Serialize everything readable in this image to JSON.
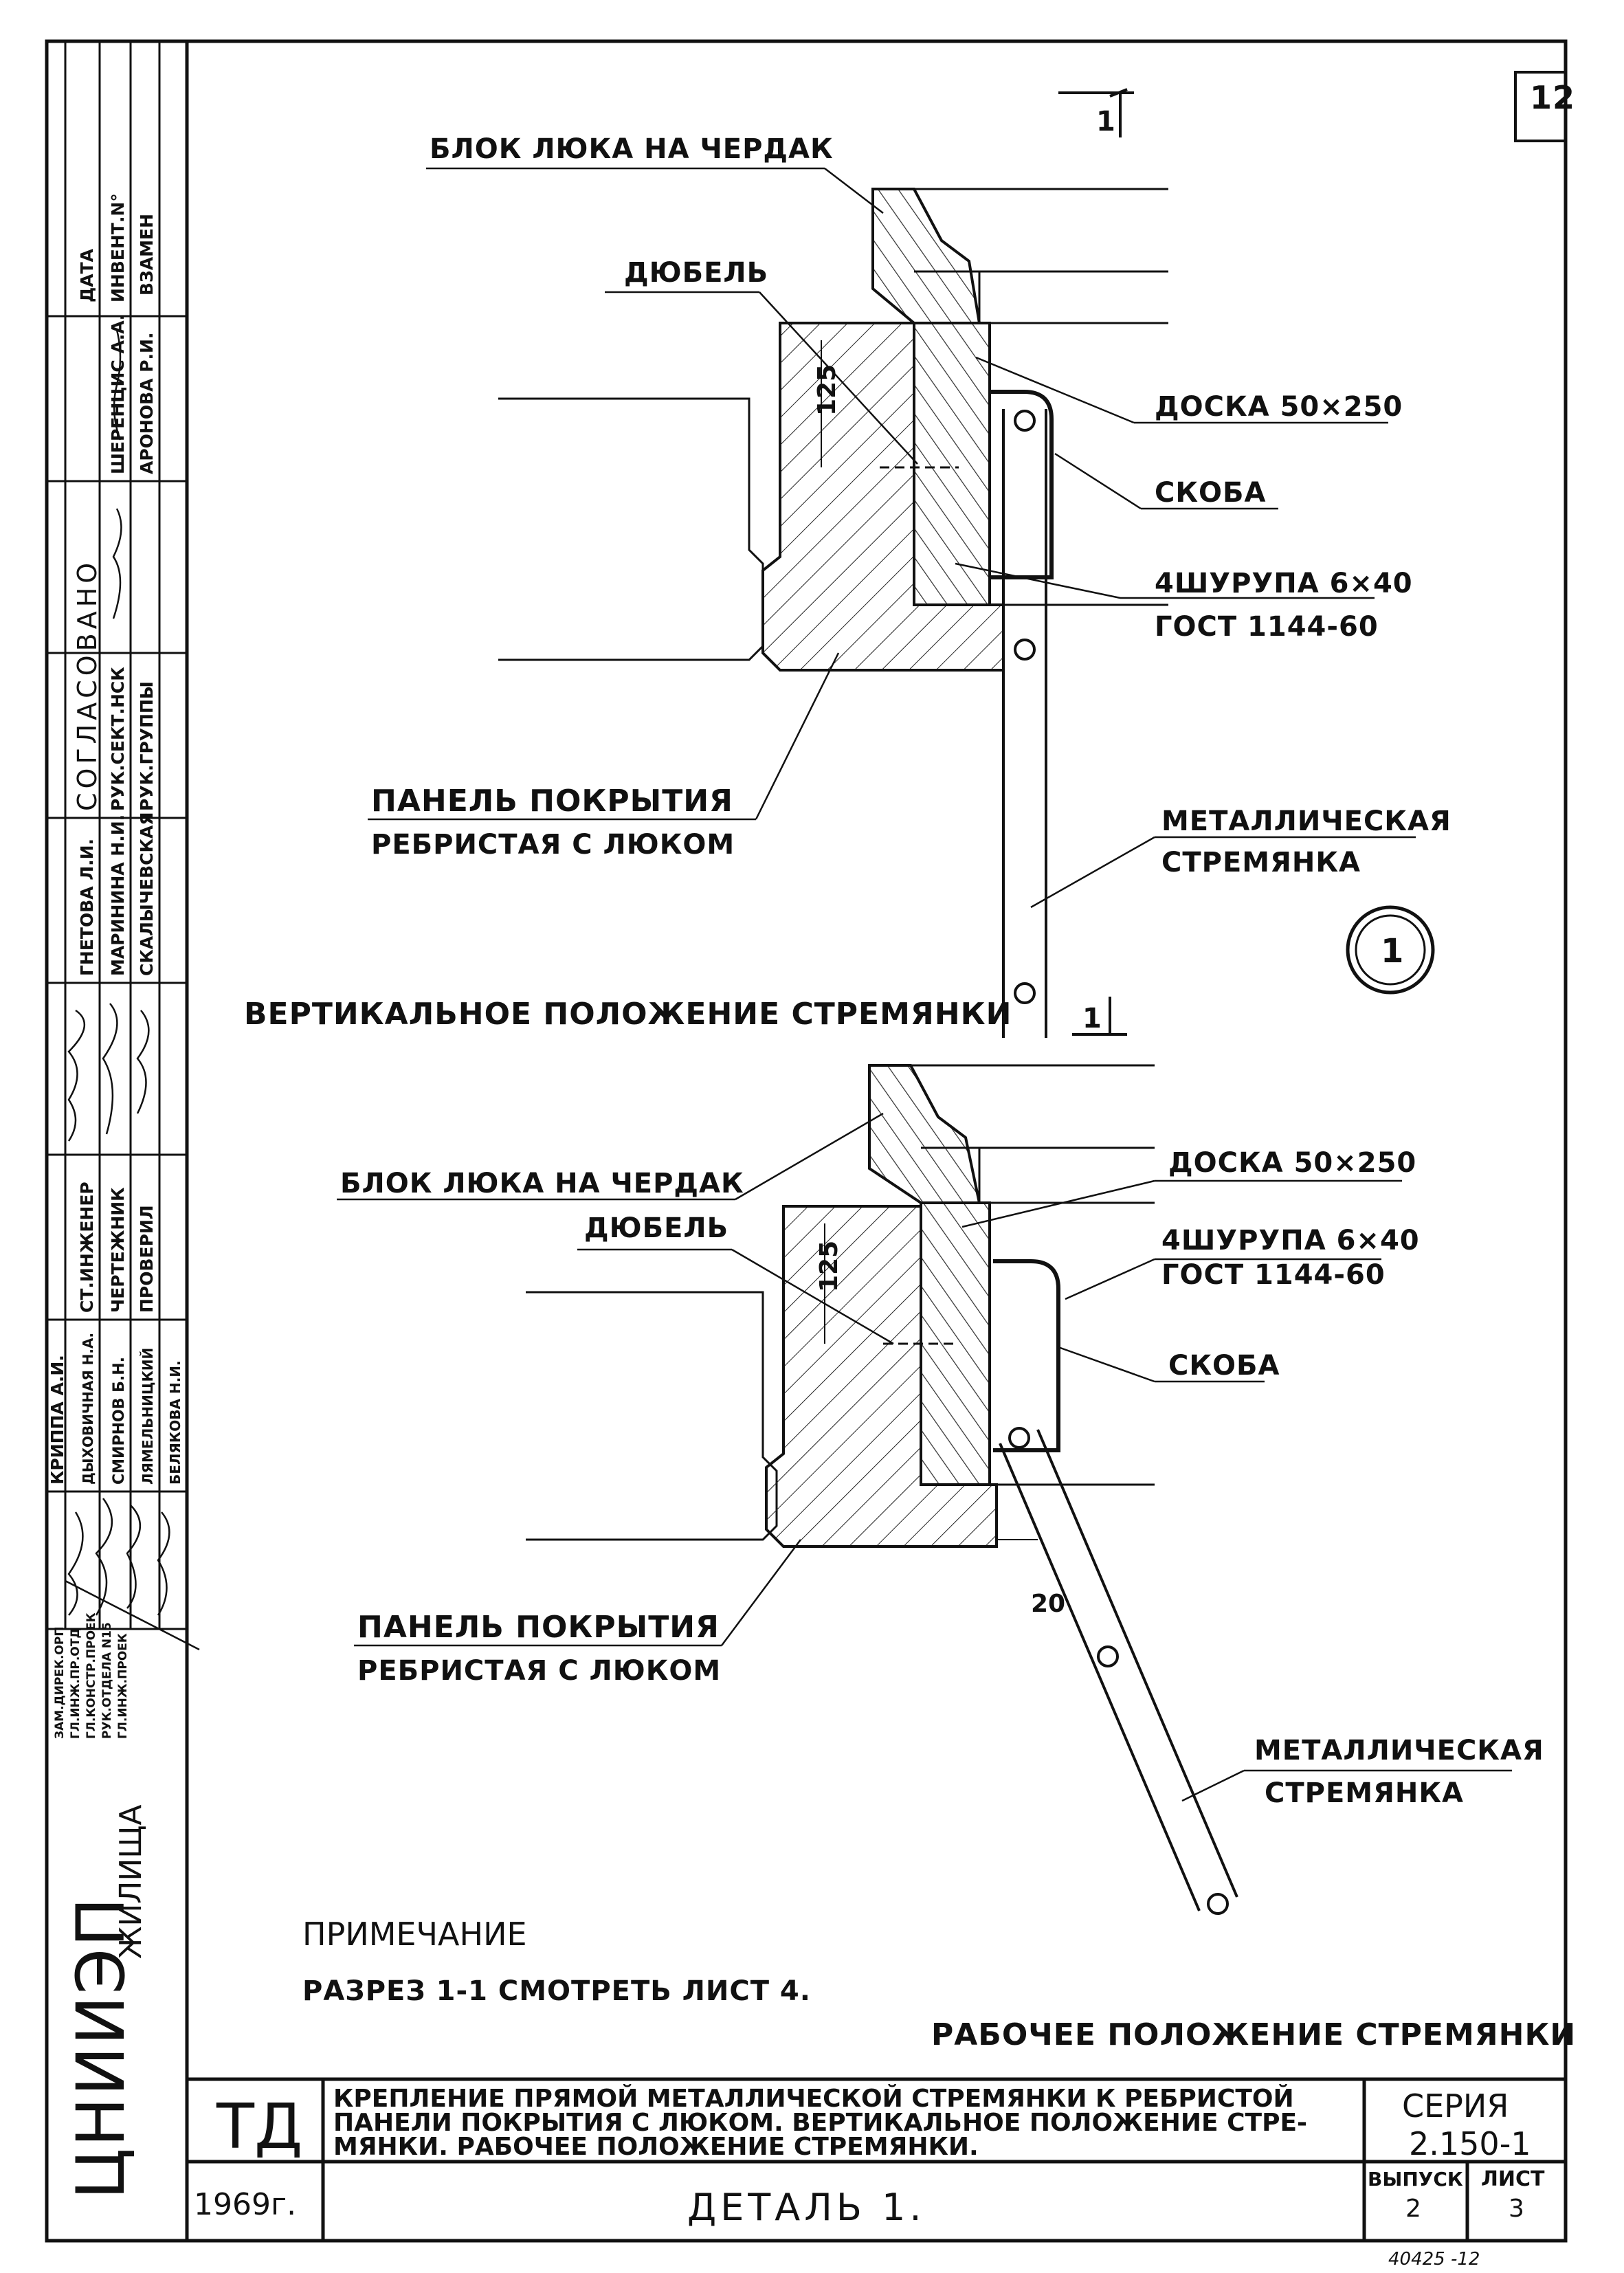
{
  "sheet": {
    "page_number": "12",
    "section_mark": "1",
    "detail_number": "1"
  },
  "top_detail": {
    "caption": "ВЕРТИКАЛЬНОЕ ПОЛОЖЕНИЕ СТРЕМЯНКИ",
    "labels": {
      "hatch_block": "БЛОК ЛЮКА НА ЧЕРДАК",
      "dowel": "ДЮБЕЛЬ",
      "board": "ДОСКА 50×250",
      "bracket": "СКОБА",
      "screws": "4ШУРУПА 6×40",
      "gost": "ГОСТ 1144-60",
      "panel_1": "ПАНЕЛЬ ПОКРЫТИЯ",
      "panel_2": "РЕБРИСТАЯ С ЛЮКОМ",
      "ladder_1": "МЕТАЛЛИЧЕСКАЯ",
      "ladder_2": "СТРЕМЯНКА"
    },
    "dimension": "125"
  },
  "bottom_detail": {
    "caption": "РАБОЧЕЕ ПОЛОЖЕНИЕ СТРЕМЯНКИ",
    "labels": {
      "hatch_block": "БЛОК ЛЮКА НА ЧЕРДАК",
      "dowel": "ДЮБЕЛЬ",
      "board": "ДОСКА 50×250",
      "screws": "4ШУРУПА 6×40",
      "gost": "ГОСТ 1144-60",
      "bracket": "СКОБА",
      "panel_1": "ПАНЕЛЬ ПОКРЫТИЯ",
      "panel_2": "РЕБРИСТАЯ С ЛЮКОМ",
      "ladder_1": "МЕТАЛЛИЧЕСКАЯ",
      "ladder_2": "СТРЕМЯНКА"
    },
    "dimension": "125",
    "offset": "20"
  },
  "note": {
    "heading": "ПРИМЕЧАНИЕ",
    "text": "РАЗРЕЗ 1-1 СМОТРЕТЬ ЛИСТ 4."
  },
  "title_block": {
    "code": "ТД",
    "title_1": "КРЕПЛЕНИЕ ПРЯМОЙ МЕТАЛЛИЧЕСКОЙ СТРЕМЯНКИ К РЕБРИСТОЙ",
    "title_2": "ПАНЕЛИ ПОКРЫТИЯ С ЛЮКОМ. ВЕРТИКАЛЬНОЕ ПОЛОЖЕНИЕ СТРЕ-",
    "title_3": "МЯНКИ. РАБОЧЕЕ ПОЛОЖЕНИЕ СТРЕМЯНКИ.",
    "series_label": "СЕРИЯ",
    "series_value": "2.150-1",
    "year": "1969г.",
    "detail": "ДЕТАЛЬ 1.",
    "issue_label": "ВЫПУСК",
    "issue_value": "2",
    "sheet_label": "ЛИСТ",
    "sheet_value": "3"
  },
  "side_stamp": {
    "org_main": "ЦНИИЭП",
    "org_sub": "ЖИЛИЩА",
    "agreed": "СОГЛАСОВАНО",
    "date": "ДАТА",
    "inv": "ИНВЕНТ.N°",
    "replace": "ВЗАМЕН",
    "roles": [
      "ЗАМ.ДИРЕК.ОРП",
      "ГЛ.ИНЖ.ПР.ОТД",
      "ГЛ.КОНСТР.ПРОЕК",
      "РУК.ОТДЕЛА N15",
      "ГЛ.ИНЖ.ПРОЕК"
    ],
    "names": [
      "КРИППА А.И.",
      "ДЫХОВИЧНАЯ Н.А.",
      "СМИРНОВ Б.Н.",
      "ЛЯМЕЛЬНИЦКИЙ",
      "БЕЛЯКОВА Н.И."
    ],
    "roles_2": [
      "СТ.ИНЖЕНЕР",
      "ЧЕРТЕЖНИК",
      "ПРОВЕРИЛ"
    ],
    "names_2": [
      "ГНЕТОВА Л.И.",
      "МАРИНИНА Н.И.",
      "СКАЛЫЧЕВСКАЯ"
    ],
    "agreed_roles": [
      "РУК.СЕКТ.НСК",
      "РУК.ГРУППЫ"
    ],
    "agreed_names": [
      "ШЕРЕНЦИС А.А.",
      "АРОНОВА Р.И."
    ]
  },
  "footer": {
    "bottom_note": "40425 -12"
  }
}
